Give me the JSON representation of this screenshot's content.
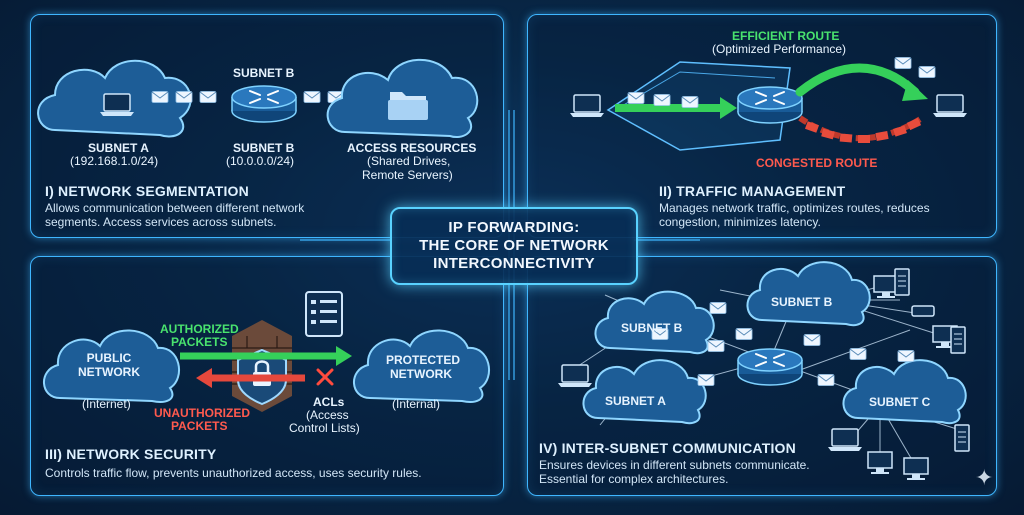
{
  "center": {
    "line1": "IP FORWARDING:",
    "line2": "THE CORE OF NETWORK",
    "line3": "INTERCONNECTIVITY"
  },
  "segmentation": {
    "title": "I) NETWORK SEGMENTATION",
    "desc1": "Allows communication between different network",
    "desc2": "segments. Access services across subnets.",
    "subnet_b_top": "SUBNET B",
    "subnet_a": "SUBNET A",
    "subnet_a_ip": "(192.168.1.0/24)",
    "subnet_b": "SUBNET B",
    "subnet_b_ip": "(10.0.0.0/24)",
    "access": "ACCESS RESOURCES",
    "access_sub1": "(Shared Drives,",
    "access_sub2": "Remote Servers)"
  },
  "traffic": {
    "title": "II) TRAFFIC MANAGEMENT",
    "desc1": "Manages network traffic, optimizes routes, reduces",
    "desc2": "congestion, minimizes latency.",
    "efficient": "EFFICIENT ROUTE",
    "optimized": "(Optimized Performance)",
    "congested": "CONGESTED ROUTE"
  },
  "security": {
    "title": "III) NETWORK SECURITY",
    "desc": "Controls traffic flow, prevents unauthorized access, uses security rules.",
    "public1": "PUBLIC",
    "public2": "NETWORK",
    "internet": "(Internet)",
    "authorized1": "AUTHORIZED",
    "authorized2": "PACKETS",
    "unauthorized1": "UNAUTHORIZED",
    "unauthorized2": "PACKETS",
    "acls": "ACLs",
    "acls_sub1": "(Access",
    "acls_sub2": "Control Lists)",
    "protected1": "PROTECTED",
    "protected2": "NETWORK",
    "internal": "(Internal)"
  },
  "intersubnet": {
    "title": "IV) INTER-SUBNET COMMUNICATION",
    "desc1": "Ensures devices in different subnets communicate.",
    "desc2": "Essential for complex architectures.",
    "subnet_b_left": "SUBNET B",
    "subnet_b_right": "SUBNET B",
    "subnet_a": "SUBNET A",
    "subnet_c": "SUBNET C"
  },
  "colors": {
    "panel_border": "#3fb6ff",
    "green": "#3ee66a",
    "red": "#ff5a4e",
    "cloud_fill": "#1d5d97"
  },
  "icons": [
    "cloud-icon",
    "router-icon",
    "laptop-icon",
    "folder-icon",
    "envelope-icon",
    "firewall-icon",
    "lock-icon",
    "document-list-icon",
    "server-icon",
    "desktop-icon",
    "switch-icon",
    "sparkle-icon"
  ]
}
